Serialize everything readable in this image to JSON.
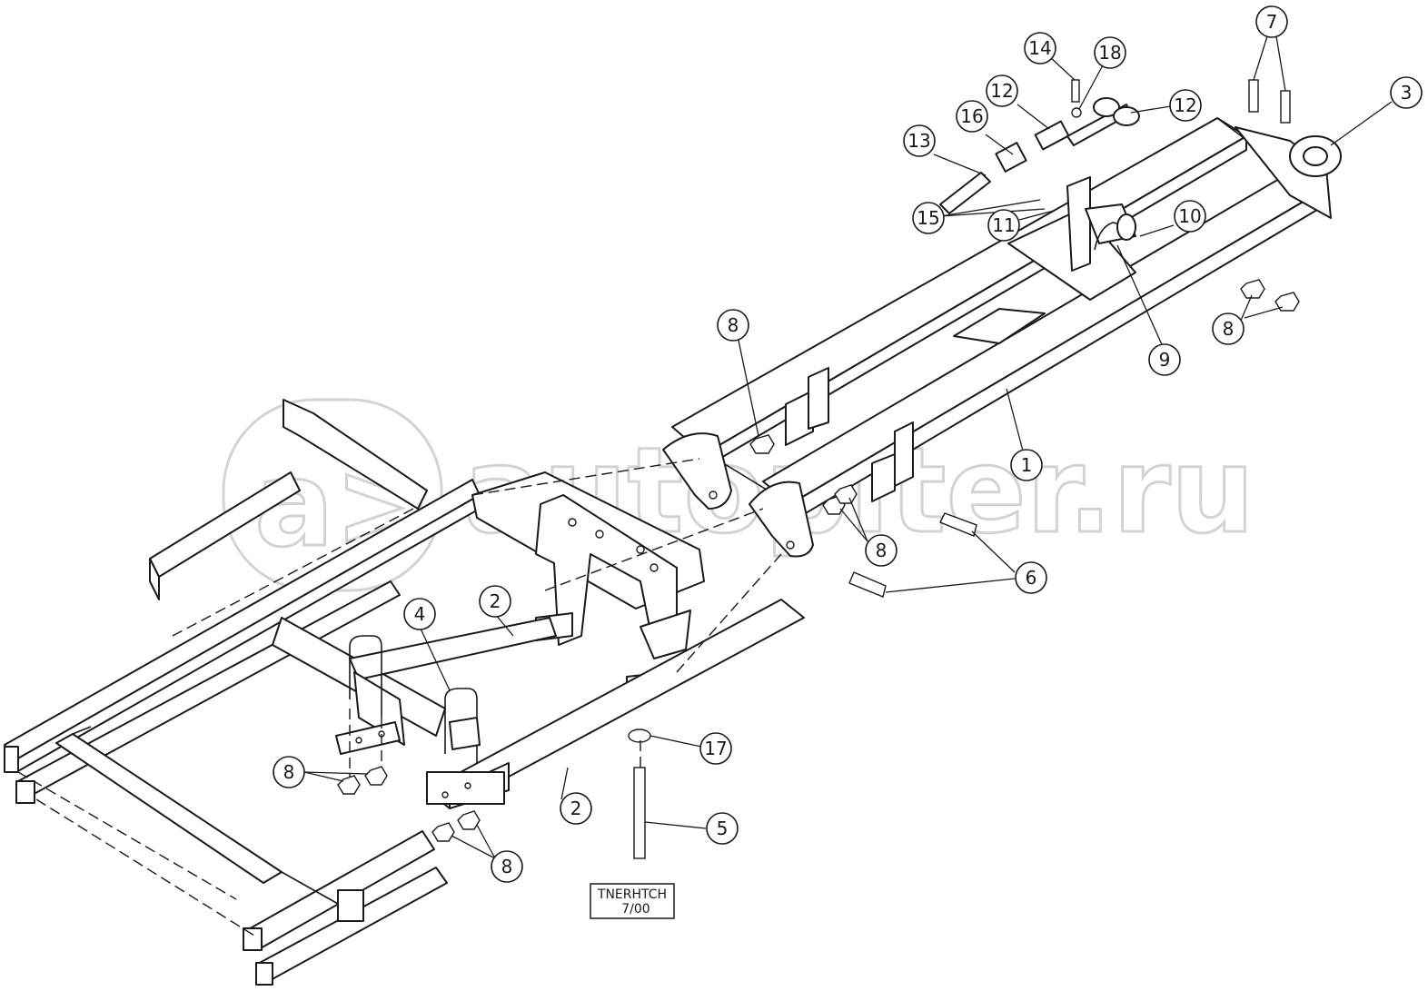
{
  "watermark": {
    "text": "autopiter.ru",
    "color": "#cfcfcf"
  },
  "drawing_tag": {
    "line1": "TNERHTCH",
    "line2": "7/00"
  },
  "callouts": [
    {
      "id": "c-14",
      "label": "14"
    },
    {
      "id": "c-18",
      "label": "18"
    },
    {
      "id": "c-7",
      "label": "7"
    },
    {
      "id": "c-12a",
      "label": "12"
    },
    {
      "id": "c-12b",
      "label": "12"
    },
    {
      "id": "c-3",
      "label": "3"
    },
    {
      "id": "c-13",
      "label": "13"
    },
    {
      "id": "c-16",
      "label": "16"
    },
    {
      "id": "c-15",
      "label": "15"
    },
    {
      "id": "c-11",
      "label": "11"
    },
    {
      "id": "c-10",
      "label": "10"
    },
    {
      "id": "c-8a",
      "label": "8"
    },
    {
      "id": "c-8b",
      "label": "8"
    },
    {
      "id": "c-9",
      "label": "9"
    },
    {
      "id": "c-1",
      "label": "1"
    },
    {
      "id": "c-8c",
      "label": "8"
    },
    {
      "id": "c-6",
      "label": "6"
    },
    {
      "id": "c-4",
      "label": "4"
    },
    {
      "id": "c-2a",
      "label": "2"
    },
    {
      "id": "c-17",
      "label": "17"
    },
    {
      "id": "c-8d",
      "label": "8"
    },
    {
      "id": "c-2b",
      "label": "2"
    },
    {
      "id": "c-5",
      "label": "5"
    },
    {
      "id": "c-8e",
      "label": "8"
    }
  ]
}
